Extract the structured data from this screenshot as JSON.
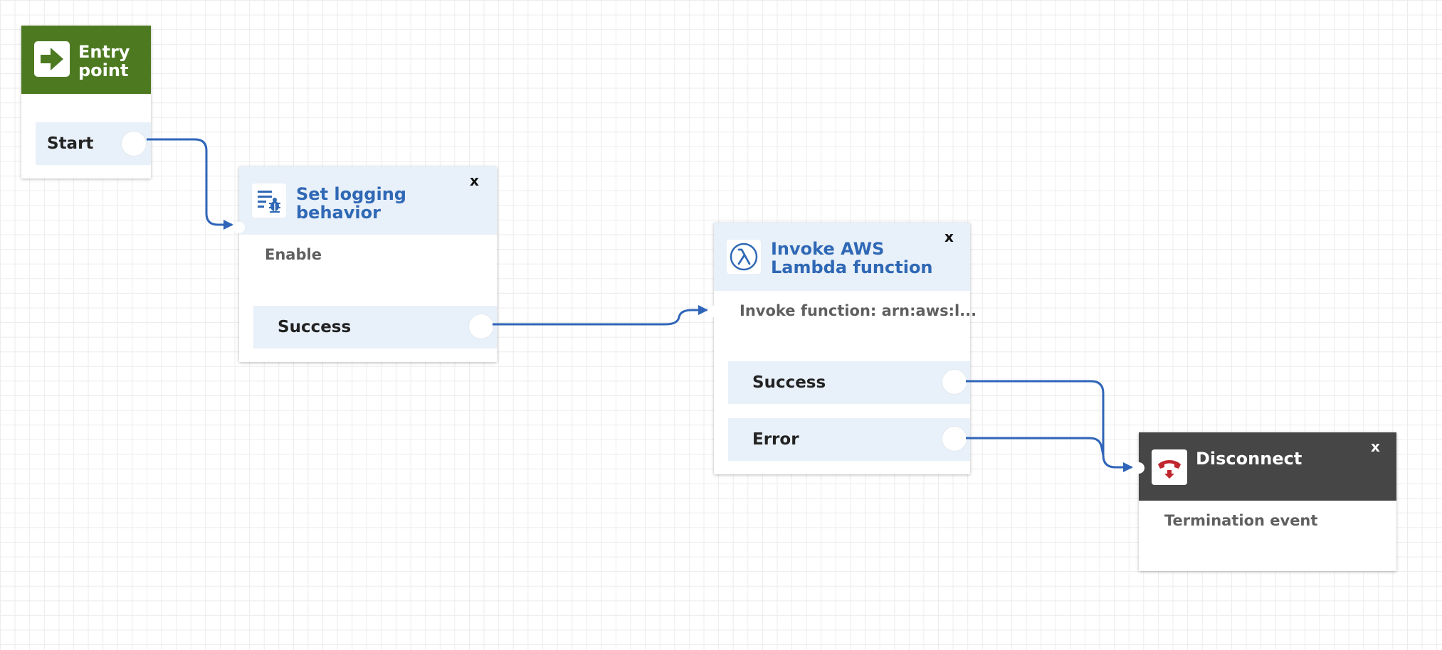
{
  "colors": {
    "entry_header": "#4d7a21",
    "action_header": "#e8f0f9",
    "terminal_header": "#464646",
    "title_blue": "#2f68b5",
    "connector": "#2f65b8",
    "disconnect_icon": "#c0262e"
  },
  "entry_block": {
    "title": "Entry point",
    "icon": "arrow-right-icon",
    "branches": [
      {
        "label": "Start"
      }
    ]
  },
  "set_logging_block": {
    "title": "Set logging behavior",
    "icon": "logging-bug-icon",
    "close_label": "x",
    "parameter": "Enable",
    "branches": [
      {
        "label": "Success"
      }
    ]
  },
  "lambda_block": {
    "title": "Invoke AWS Lambda function",
    "icon": "lambda-icon",
    "close_label": "x",
    "parameter": "Invoke function: arn:aws:l...",
    "branches": [
      {
        "label": "Success"
      },
      {
        "label": "Error"
      }
    ]
  },
  "disconnect_block": {
    "title": "Disconnect",
    "icon": "phone-hangup-icon",
    "close_label": "x",
    "parameter": "Termination event"
  }
}
